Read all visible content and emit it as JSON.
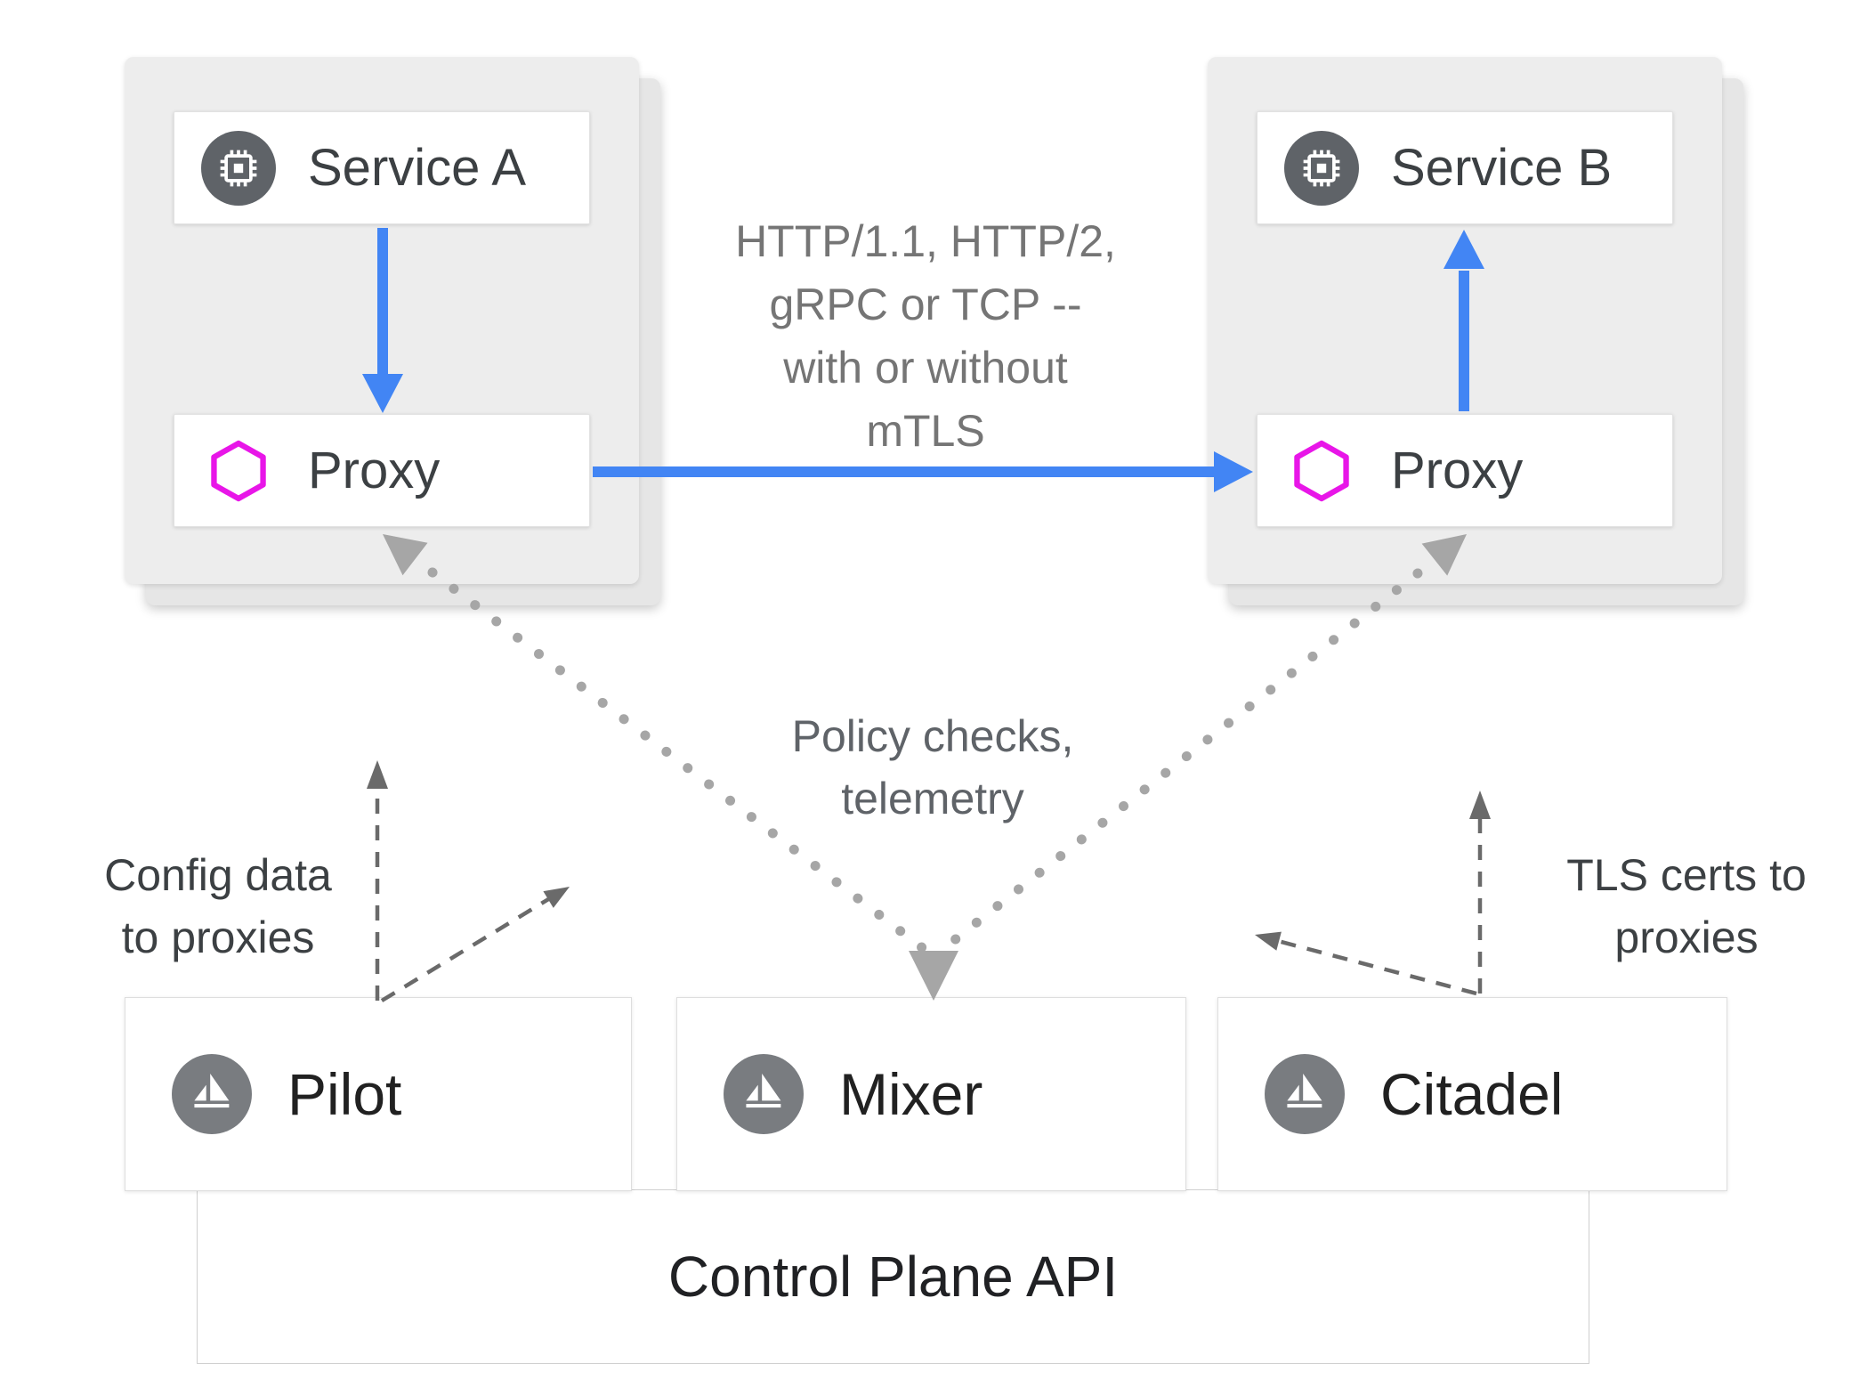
{
  "diagram": {
    "pods": {
      "left": {
        "service_label": "Service A",
        "proxy_label": "Proxy"
      },
      "right": {
        "service_label": "Service B",
        "proxy_label": "Proxy"
      }
    },
    "edge_labels": {
      "traffic": "HTTP/1.1, HTTP/2,\ngRPC or TCP --\nwith or without\nmTLS",
      "policy": "Policy checks,\ntelemetry",
      "config": "Config data\nto proxies",
      "tls": "TLS certs to\nproxies"
    },
    "control_plane": {
      "title": "Control Plane API",
      "components": [
        {
          "label": "Pilot"
        },
        {
          "label": "Mixer"
        },
        {
          "label": "Citadel"
        }
      ]
    },
    "icons": {
      "service": "chip-icon",
      "proxy": "hexagon-icon",
      "control_component": "istio-sail-icon"
    },
    "colors": {
      "arrow_blue": "#4285f4",
      "proxy_magenta": "#e816e8",
      "pod_gray": "#ededed",
      "dotted_gray": "#a6a6a6",
      "dashed_gray": "#6a6a6a",
      "icon_circle_dark": "#5f6368",
      "icon_circle_light": "#797c80",
      "text_dark": "#3c4043",
      "text_muted": "#757575"
    }
  }
}
